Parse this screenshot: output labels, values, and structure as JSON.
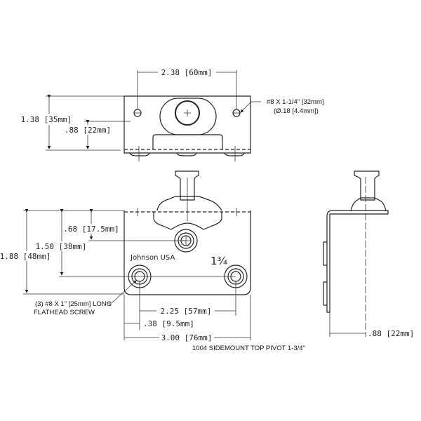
{
  "title": "1004 SIDEMOUNT TOP PIVOT 1-3/4\"",
  "top_view": {
    "dim_width": "2.38 [60mm]",
    "dim_height": "1.38 [35mm]",
    "dim_hole_height": ".88 [22mm]",
    "screw_label_1": "#8 X 1-1/4\" [32mm]",
    "screw_label_2": "(Ø.18 [4.4mm])"
  },
  "front_view": {
    "brand": "Johnson  USA",
    "size_mark": "1¾",
    "dim_height": "1.88 [48mm]",
    "dim_hole_row": "1.50 [38mm]",
    "dim_center_hole": ".68 [17.5mm]",
    "dim_hole_spacing": "2.25 [57mm]",
    "dim_edge_offset": ".38 [9.5mm]",
    "dim_width": "3.00 [76mm]",
    "screw_label_1": "(3) #8 X 1\" [25mm] LONG",
    "screw_label_2": "FLATHEAD SCREW"
  },
  "side_view": {
    "dim_offset": ".88 [22mm]"
  }
}
